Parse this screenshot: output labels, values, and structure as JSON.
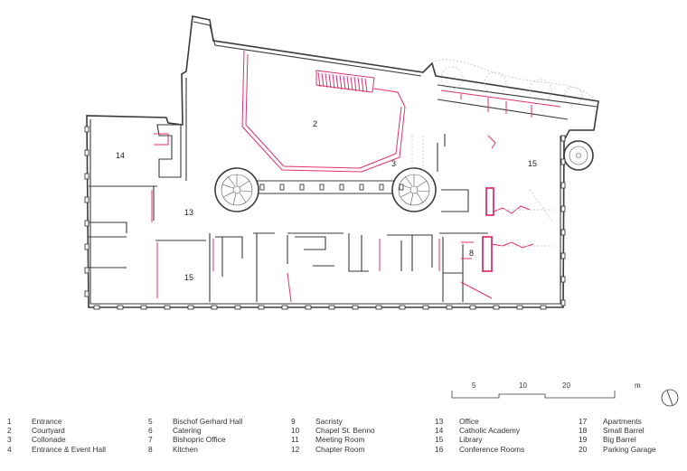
{
  "room_labels": [
    {
      "id": "2",
      "text": "2"
    },
    {
      "id": "3",
      "text": "3"
    },
    {
      "id": "14",
      "text": "14"
    },
    {
      "id": "13",
      "text": "13"
    },
    {
      "id": "15a",
      "text": "15"
    },
    {
      "id": "15b",
      "text": "15"
    },
    {
      "id": "8",
      "text": "8"
    }
  ],
  "scale_bar": {
    "ticks": [
      "5",
      "10",
      "20"
    ],
    "unit": "m"
  },
  "legend": [
    [
      {
        "n": "1",
        "t": "Entrance"
      },
      {
        "n": "2",
        "t": "Courtyard"
      },
      {
        "n": "3",
        "t": "Collonade"
      },
      {
        "n": "4",
        "t": "Entrance & Event Hall"
      }
    ],
    [
      {
        "n": "5",
        "t": "Bischof Gerhard Hall"
      },
      {
        "n": "6",
        "t": "Catering"
      },
      {
        "n": "7",
        "t": "Bishopric Office"
      },
      {
        "n": "8",
        "t": "Kitchen"
      }
    ],
    [
      {
        "n": "9",
        "t": "Sacristy"
      },
      {
        "n": "10",
        "t": "Chapel St. Benno"
      },
      {
        "n": "11",
        "t": "Meeting Room"
      },
      {
        "n": "12",
        "t": "Chapter Room"
      }
    ],
    [
      {
        "n": "13",
        "t": "Office"
      },
      {
        "n": "14",
        "t": "Catholic Academy"
      },
      {
        "n": "15",
        "t": "Library"
      },
      {
        "n": "16",
        "t": "Conference Rooms"
      }
    ],
    [
      {
        "n": "17",
        "t": "Apartments"
      },
      {
        "n": "18",
        "t": "Small Barrel"
      },
      {
        "n": "19",
        "t": "Big Barrel"
      },
      {
        "n": "20",
        "t": "Parking Garage"
      }
    ]
  ],
  "colors": {
    "walls": "#3a3a3a",
    "highlight": "#e0306e",
    "background": "#ffffff"
  },
  "icons": {
    "north_arrow": "north-arrow-icon"
  }
}
